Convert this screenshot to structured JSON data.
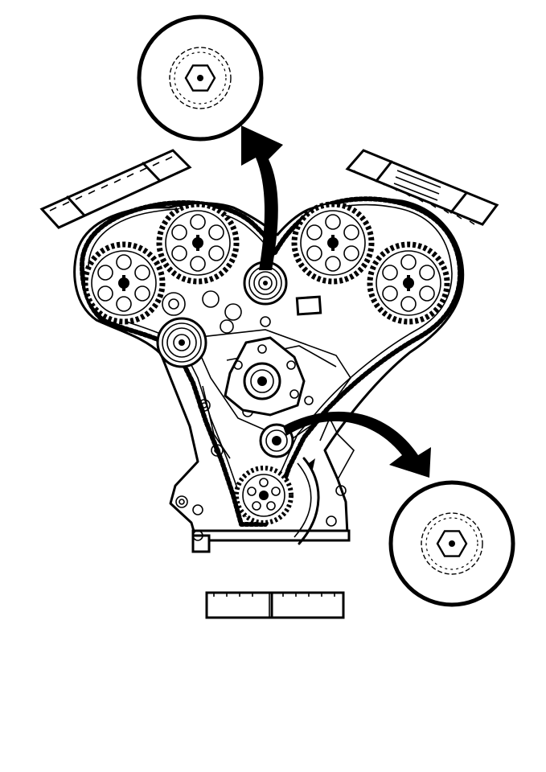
{
  "figure": {
    "type": "technical-illustration",
    "subject": "timing-belt-drive",
    "colors": {
      "ink": "#000000",
      "paper": "#ffffff"
    },
    "parts": [
      "camshaft-sprocket",
      "camshaft-sprocket",
      "camshaft-sprocket",
      "camshaft-sprocket",
      "idler-pulley-upper",
      "tensioner-pulley",
      "tensioner-idler-lower",
      "crankshaft-sprocket",
      "water-pump",
      "belt-section"
    ],
    "callouts": [
      "detail-hex-bolt-upper",
      "detail-hex-bolt-lower"
    ]
  }
}
